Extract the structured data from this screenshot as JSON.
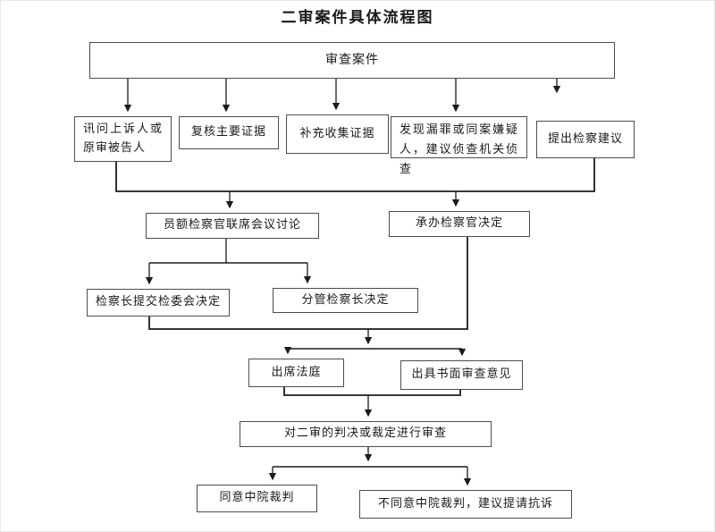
{
  "title": "二审案件具体流程图",
  "flowchart": {
    "nodes": {
      "review_case": "审查案件",
      "interrogate": "讯问上诉人或原审被告人",
      "verify_evidence": "复核主要证据",
      "supplement_evidence": "补充收集证据",
      "discover_crime": "发现漏罪或同案嫌疑人，建议侦查机关侦查",
      "procuratorial_suggestion": "提出检察建议",
      "joint_discussion": "员额检察官联席会议讨论",
      "handling_prosecutor": "承办检察官决定",
      "chief_committee": "检察长提交检委会决定",
      "deputy_chief": "分管检察长决定",
      "attend_court": "出席法庭",
      "written_opinion": "出具书面审查意见",
      "review_judgment": "对二审的判决或裁定进行审查",
      "agree": "同意中院裁判",
      "disagree": "不同意中院裁判，建议提请抗诉"
    },
    "line_color": "#1b1b1b",
    "border_color": "#4d4d4d"
  }
}
